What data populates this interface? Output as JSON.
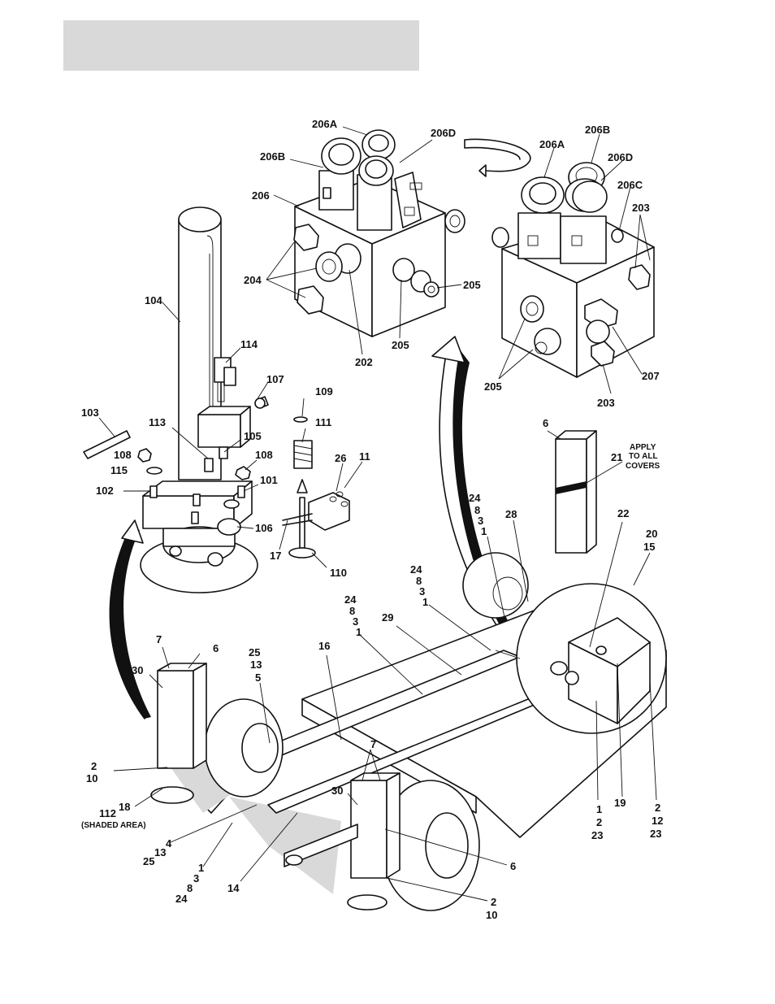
{
  "header": {
    "title": ""
  },
  "callouts": [
    {
      "id": "c206a1",
      "text": "206A"
    },
    {
      "id": "c206d1",
      "text": "206D"
    },
    {
      "id": "c206b1",
      "text": "206B"
    },
    {
      "id": "c206",
      "text": "206"
    },
    {
      "id": "c204",
      "text": "204"
    },
    {
      "id": "c202",
      "text": "202"
    },
    {
      "id": "c205a",
      "text": "205"
    },
    {
      "id": "c205b",
      "text": "205"
    },
    {
      "id": "c206b2",
      "text": "206B"
    },
    {
      "id": "c206a2",
      "text": "206A"
    },
    {
      "id": "c206d2",
      "text": "206D"
    },
    {
      "id": "c206c",
      "text": "206C"
    },
    {
      "id": "c203a",
      "text": "203"
    },
    {
      "id": "c205c",
      "text": "205"
    },
    {
      "id": "c203b",
      "text": "203"
    },
    {
      "id": "c207",
      "text": "207"
    },
    {
      "id": "c104",
      "text": "104"
    },
    {
      "id": "c114",
      "text": "114"
    },
    {
      "id": "c107",
      "text": "107"
    },
    {
      "id": "c109",
      "text": "109"
    },
    {
      "id": "c111",
      "text": "111"
    },
    {
      "id": "c103",
      "text": "103"
    },
    {
      "id": "c113",
      "text": "113"
    },
    {
      "id": "c105",
      "text": "105"
    },
    {
      "id": "c108a",
      "text": "108"
    },
    {
      "id": "c108b",
      "text": "108"
    },
    {
      "id": "c115",
      "text": "115"
    },
    {
      "id": "c26",
      "text": "26"
    },
    {
      "id": "c11",
      "text": "11"
    },
    {
      "id": "c102",
      "text": "102"
    },
    {
      "id": "c101",
      "text": "101"
    },
    {
      "id": "c106",
      "text": "106"
    },
    {
      "id": "c17",
      "text": "17"
    },
    {
      "id": "c110",
      "text": "110"
    },
    {
      "id": "c6a",
      "text": "6"
    },
    {
      "id": "capply1",
      "text": "APPLY"
    },
    {
      "id": "capply2",
      "text": "TO ALL"
    },
    {
      "id": "capply3",
      "text": "COVERS"
    },
    {
      "id": "c21",
      "text": "21"
    },
    {
      "id": "c24a",
      "text": "24"
    },
    {
      "id": "c8a",
      "text": "8"
    },
    {
      "id": "c3a",
      "text": "3"
    },
    {
      "id": "c1a",
      "text": "1"
    },
    {
      "id": "c28",
      "text": "28"
    },
    {
      "id": "c22",
      "text": "22"
    },
    {
      "id": "c20",
      "text": "20"
    },
    {
      "id": "c15",
      "text": "15"
    },
    {
      "id": "c24b",
      "text": "24"
    },
    {
      "id": "c8b",
      "text": "8"
    },
    {
      "id": "c3b",
      "text": "3"
    },
    {
      "id": "c1b",
      "text": "1"
    },
    {
      "id": "c24c",
      "text": "24"
    },
    {
      "id": "c8c",
      "text": "8"
    },
    {
      "id": "c3c",
      "text": "3"
    },
    {
      "id": "c1c",
      "text": "1"
    },
    {
      "id": "c29",
      "text": "29"
    },
    {
      "id": "c16",
      "text": "16"
    },
    {
      "id": "c7a",
      "text": "7"
    },
    {
      "id": "c6b",
      "text": "6"
    },
    {
      "id": "c30a",
      "text": "30"
    },
    {
      "id": "c25a",
      "text": "25"
    },
    {
      "id": "c13a",
      "text": "13"
    },
    {
      "id": "c5",
      "text": "5"
    },
    {
      "id": "c2a",
      "text": "2"
    },
    {
      "id": "c10a",
      "text": "10"
    },
    {
      "id": "c18",
      "text": "18"
    },
    {
      "id": "c112",
      "text": "112"
    },
    {
      "id": "cshaded",
      "text": "(SHADED AREA)"
    },
    {
      "id": "c4",
      "text": "4"
    },
    {
      "id": "c13b",
      "text": "13"
    },
    {
      "id": "c25b",
      "text": "25"
    },
    {
      "id": "c1d",
      "text": "1"
    },
    {
      "id": "c3d",
      "text": "3"
    },
    {
      "id": "c8d",
      "text": "8"
    },
    {
      "id": "c24d",
      "text": "24"
    },
    {
      "id": "c14",
      "text": "14"
    },
    {
      "id": "c7b",
      "text": "7"
    },
    {
      "id": "c30b",
      "text": "30"
    },
    {
      "id": "c6c",
      "text": "6"
    },
    {
      "id": "c2b",
      "text": "2"
    },
    {
      "id": "c10b",
      "text": "10"
    },
    {
      "id": "c1e",
      "text": "1"
    },
    {
      "id": "c2c",
      "text": "2"
    },
    {
      "id": "c23a",
      "text": "23"
    },
    {
      "id": "c19",
      "text": "19"
    },
    {
      "id": "c2d",
      "text": "2"
    },
    {
      "id": "c12",
      "text": "12"
    },
    {
      "id": "c23b",
      "text": "23"
    }
  ]
}
